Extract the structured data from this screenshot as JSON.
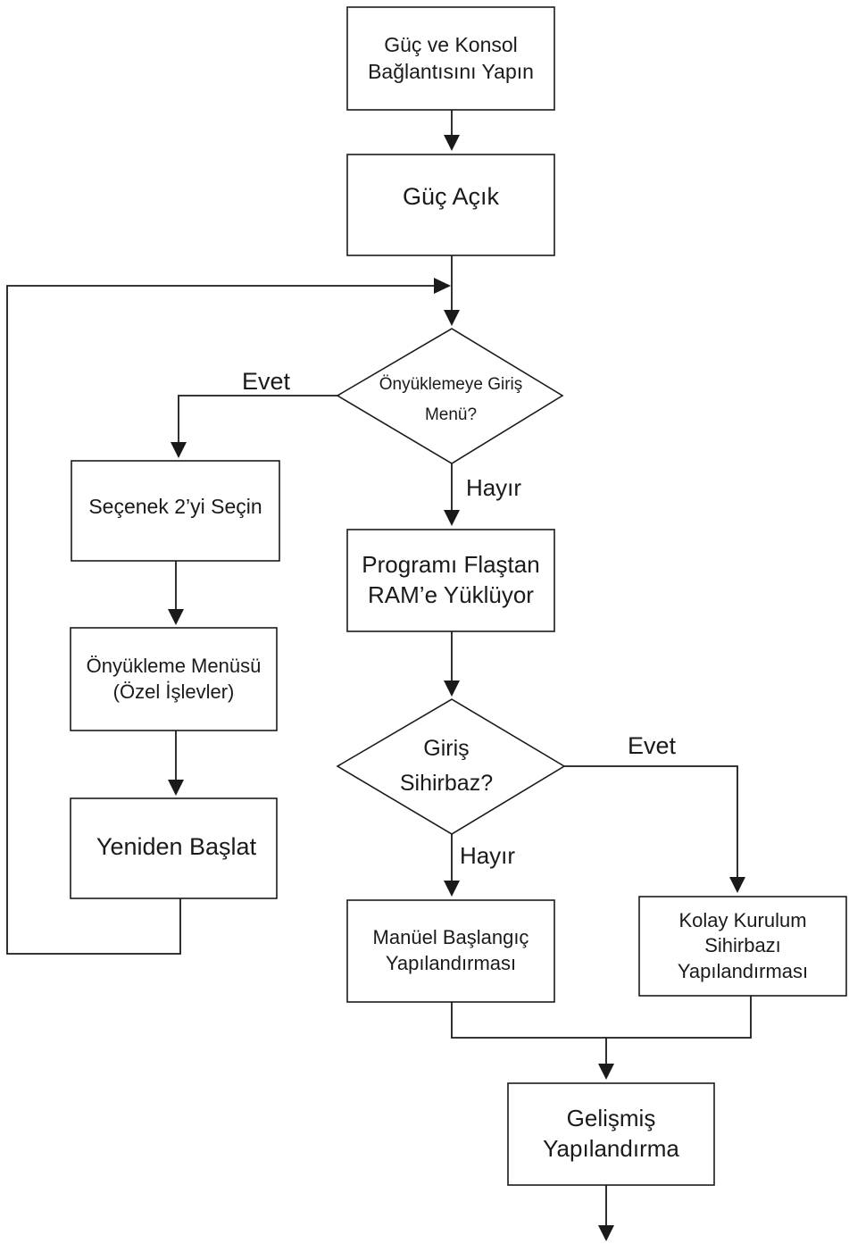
{
  "nodes": {
    "connect": "Güç ve Konsol\nBağlantısını Yapın",
    "power_on": "Güç Açık",
    "boot_menu_q": "Önyüklemeye Giriş\nMenü?",
    "option2": "Seçenek 2’yi Seçin",
    "boot_menu": "Önyükleme Menüsü\n(Özel İşlevler)",
    "restart": "Yeniden Başlat",
    "load_program": "Programı Flaştan\nRAM’e Yüklüyor",
    "wizard_q": "Giriş\nSihirbaz?",
    "manual_config": "Manüel Başlangıç\nYapılandırması",
    "easy_setup": "Kolay Kurulum\nSihirbazı\nYapılandırması",
    "advanced_config": "Gelişmiş\nYapılandırma"
  },
  "edges": {
    "boot_yes": "Evet",
    "boot_no": "Hayır",
    "wizard_yes": "Evet",
    "wizard_no": "Hayır"
  }
}
